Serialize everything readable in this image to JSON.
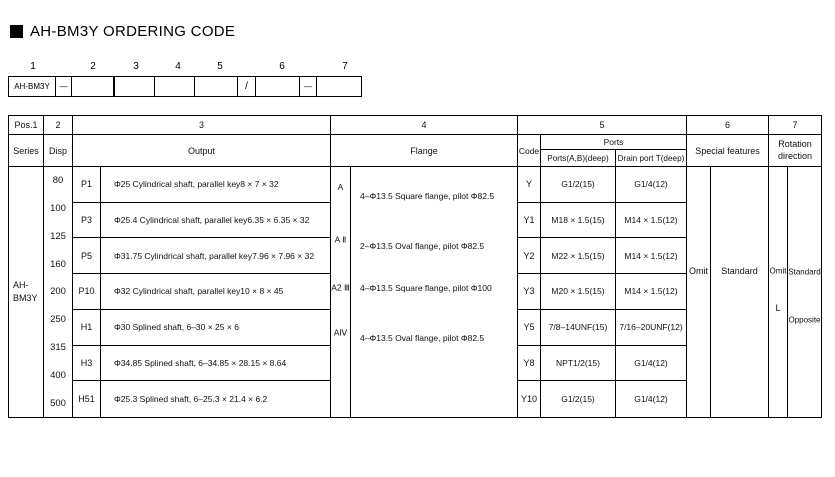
{
  "title": "AH-BM3Y ORDERING CODE",
  "ordering_strip": {
    "positions": [
      "1",
      "2",
      "3",
      "4",
      "5",
      "6",
      "7"
    ],
    "boxes": [
      "AH-BM3Y",
      "—",
      "",
      "",
      "",
      "",
      "/",
      "",
      "—",
      ""
    ]
  },
  "table": {
    "pos_headers": [
      "Pos.1",
      "2",
      "3",
      "4",
      "5",
      "6",
      "7"
    ],
    "col_labels": {
      "series": "Series",
      "disp": "Disp",
      "output": "Output",
      "flange": "Flange",
      "code": "Code",
      "ports": "Ports",
      "ports_ab": "Ports(A,B)(deep)",
      "drain": "Drain port T(deep)",
      "special": "Special features",
      "rotation": "Rotation direction"
    },
    "series_value": "AH-BM3Y",
    "disp_values": [
      "80",
      "100",
      "125",
      "160",
      "200",
      "250",
      "315",
      "400",
      "500"
    ],
    "output_rows": [
      {
        "code": "P1",
        "desc": "Φ25 Cylindrical shaft, parallel key8 × 7 × 32"
      },
      {
        "code": "P3",
        "desc": "Φ25.4 Cylindrical shaft, parallel key6.35 × 6.35 × 32"
      },
      {
        "code": "P5",
        "desc": "Φ31.75 Cylindrical shaft, parallel key7.96 × 7.96 × 32"
      },
      {
        "code": "P10",
        "desc": "Φ32 Cylindrical shaft, parallel key10 × 8 × 45"
      },
      {
        "code": "H1",
        "desc": "Φ30 Splined shaft, 6–30 × 25 × 6"
      },
      {
        "code": "H3",
        "desc": "Φ34.85 Splined shaft, 6–34.85 × 28.15 × 8.64"
      },
      {
        "code": "H51",
        "desc": "Φ25.3 Splined shaft, 6–25.3 × 21.4 × 6.2"
      }
    ],
    "flange_rows": [
      {
        "code": "A",
        "desc": "4–Φ13.5 Square flange, pilot Φ82.5"
      },
      {
        "code": "A Ⅱ",
        "desc": "2–Φ13.5 Oval flange, pilot Φ82.5"
      },
      {
        "code": "A2 Ⅲ",
        "desc": "4–Φ13.5 Square flange, pilot Φ100"
      },
      {
        "code": "AⅣ",
        "desc": "4–Φ13.5 Oval flange, pilot Φ82.5"
      }
    ],
    "port_rows": [
      {
        "code": "Y",
        "ports_ab": "G1/2(15)",
        "drain": "G1/4(12)"
      },
      {
        "code": "Y1",
        "ports_ab": "M18 × 1.5(15)",
        "drain": "M14 × 1.5(12)"
      },
      {
        "code": "Y2",
        "ports_ab": "M22 × 1.5(15)",
        "drain": "M14 × 1.5(12)"
      },
      {
        "code": "Y3",
        "ports_ab": "M20 × 1.5(15)",
        "drain": "M14 × 1.5(12)"
      },
      {
        "code": "Y5",
        "ports_ab": "7/8–14UNF(15)",
        "drain": "7/16–20UNF(12)"
      },
      {
        "code": "Y8",
        "ports_ab": "NPT1/2(15)",
        "drain": "G1/4(12)"
      },
      {
        "code": "Y10",
        "ports_ab": "G1/2(15)",
        "drain": "G1/4(12)"
      }
    ],
    "special_features": {
      "code": "Omit",
      "label": "Standard"
    },
    "rotation_rows": [
      {
        "code": "Omit",
        "label": "Standard"
      },
      {
        "code": "L",
        "label": "Opposite"
      }
    ]
  }
}
